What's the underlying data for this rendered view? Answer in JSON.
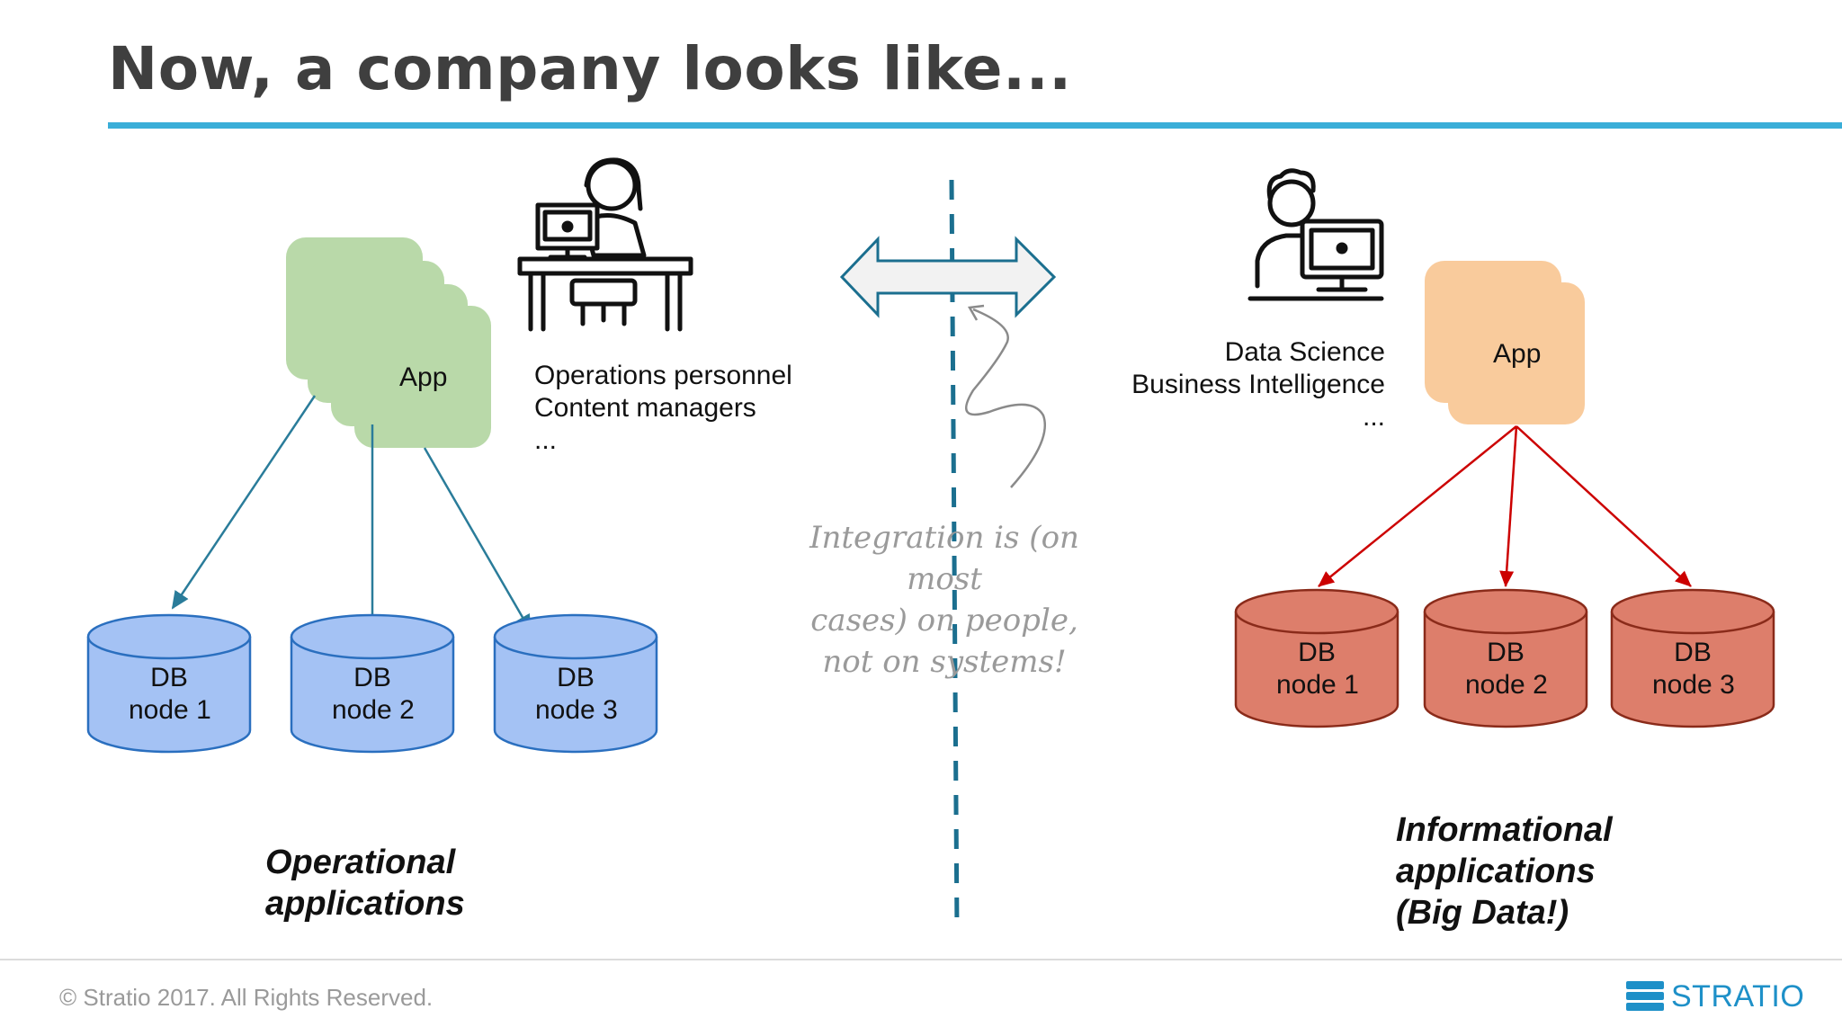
{
  "slide": {
    "title": "Now, a company looks like..."
  },
  "operational": {
    "app_label": "App",
    "db_nodes": [
      {
        "line1": "DB",
        "line2": "node 1"
      },
      {
        "line1": "DB",
        "line2": "node 2"
      },
      {
        "line1": "DB",
        "line2": "node 3"
      }
    ],
    "people_lines": [
      "Operations personnel",
      "Content managers",
      "..."
    ],
    "section_label_lines": [
      "Operational",
      "applications"
    ],
    "app_color": "#b9d9a9",
    "db_color": "#a4c2f4",
    "arrow_color": "#2a7c9a"
  },
  "informational": {
    "app_label": "App",
    "db_nodes": [
      {
        "line1": "DB",
        "line2": "node 1"
      },
      {
        "line1": "DB",
        "line2": "node 2"
      },
      {
        "line1": "DB",
        "line2": "node 3"
      }
    ],
    "people_lines": [
      "Data Science",
      "Business Intelligence",
      "..."
    ],
    "section_label_lines": [
      "Informational",
      "applications",
      "(Big Data!)"
    ],
    "app_color": "#f9cb9c",
    "db_color": "#dd7e6b",
    "arrow_color": "#cc0000"
  },
  "integration_note_lines": [
    "Integration is (on most",
    "cases) on people,",
    "not on systems!"
  ],
  "divider_color": "#1b6f8f",
  "footer": {
    "copyright": "© Stratio 2017. All Rights Reserved.",
    "brand": "STRATIO"
  }
}
